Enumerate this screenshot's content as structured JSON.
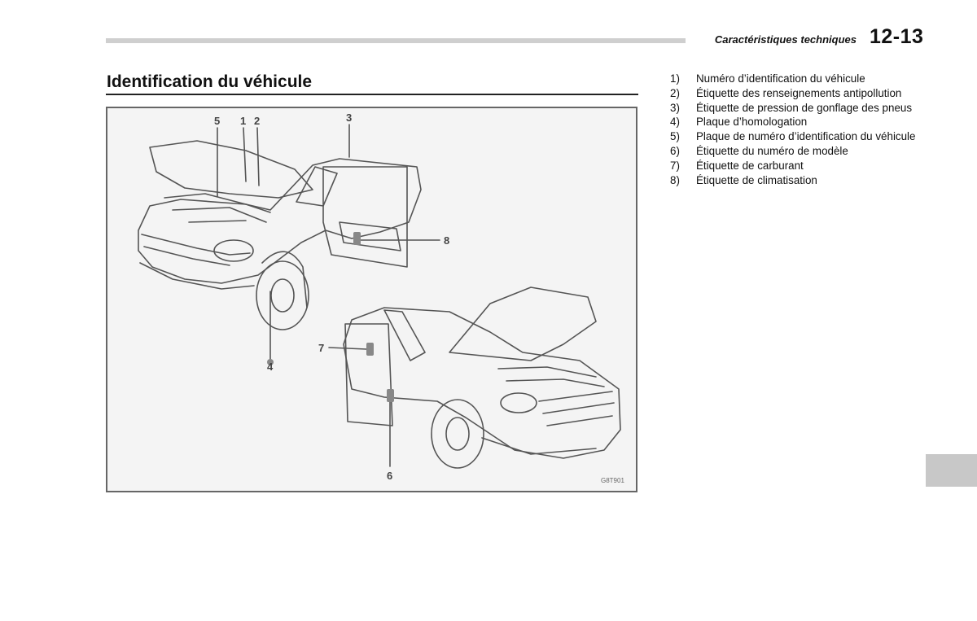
{
  "header": {
    "section_name": "Caractéristiques techniques",
    "page_number": "12-13"
  },
  "section_title": "Identification du véhicule",
  "figure": {
    "callouts": {
      "c1": "1",
      "c2": "2",
      "c3": "3",
      "c4": "4",
      "c5": "5",
      "c6": "6",
      "c7": "7",
      "c8": "8"
    },
    "figure_code": "G8T901"
  },
  "legend": [
    {
      "num": "1)",
      "text": "Numéro d’identification du véhicule"
    },
    {
      "num": "2)",
      "text": "Étiquette des renseignements antipollution"
    },
    {
      "num": "3)",
      "text": "Étiquette de pression de gonflage des pneus"
    },
    {
      "num": "4)",
      "text": "Plaque d’homologation"
    },
    {
      "num": "5)",
      "text": "Plaque de numéro d’identification du véhicule"
    },
    {
      "num": "6)",
      "text": "Étiquette du numéro de modèle"
    },
    {
      "num": "7)",
      "text": "Étiquette de carburant"
    },
    {
      "num": "8)",
      "text": "Étiquette de climatisation"
    }
  ],
  "colors": {
    "text": "#111111",
    "rule": "#cfcfcf",
    "tab": "#c8c8c8"
  }
}
